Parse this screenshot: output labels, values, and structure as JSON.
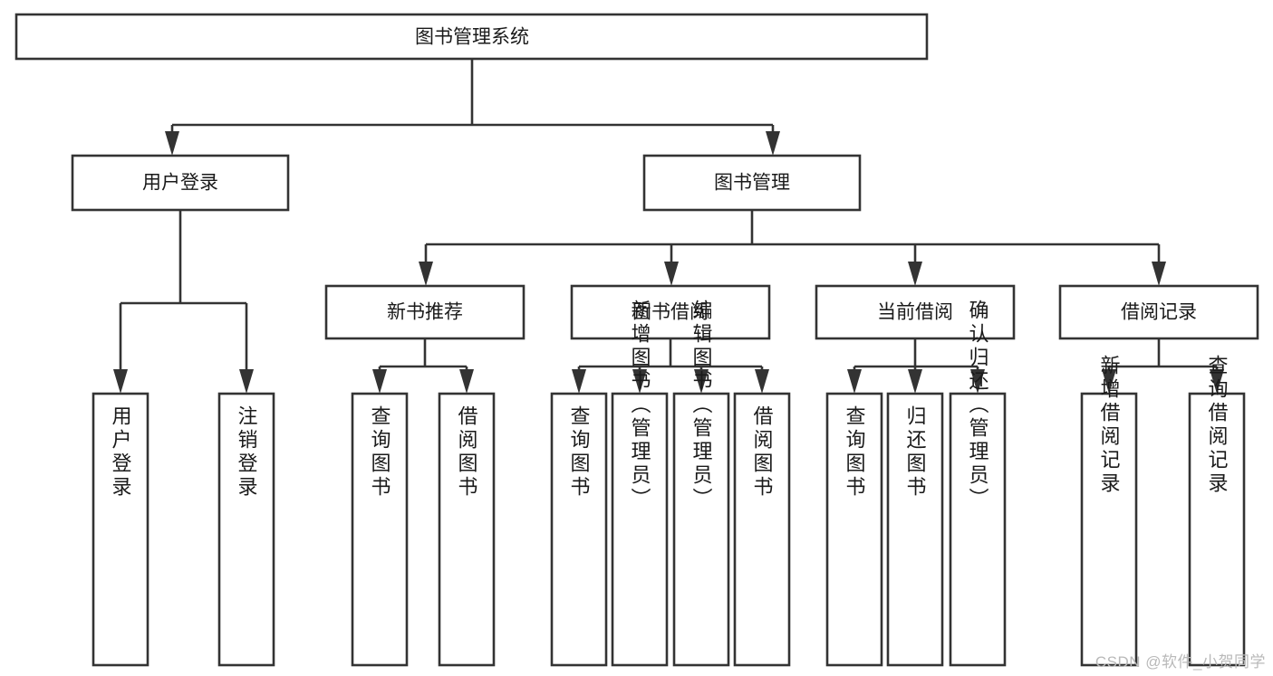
{
  "title": "图书管理系统",
  "watermark": "CSDN @软件_小贺同学",
  "diagram": {
    "type": "tree-hierarchy",
    "root": {
      "id": "root",
      "label": "图书管理系统"
    },
    "level2": [
      {
        "id": "user-login",
        "label": "用户登录"
      },
      {
        "id": "book-manage",
        "label": "图书管理"
      }
    ],
    "level3": [
      {
        "id": "new-book-rec",
        "label": "新书推荐",
        "parent": "book-manage"
      },
      {
        "id": "book-borrow",
        "label": "图书借阅",
        "parent": "book-manage"
      },
      {
        "id": "current-borrow",
        "label": "当前借阅",
        "parent": "book-manage"
      },
      {
        "id": "borrow-record",
        "label": "借阅记录",
        "parent": "book-manage"
      }
    ],
    "leaves": {
      "user-login": [
        {
          "id": "leaf-user-login",
          "label": "用户登录"
        },
        {
          "id": "leaf-user-logout",
          "label": "注销登录"
        }
      ],
      "new-book-rec": [
        {
          "id": "leaf-query-book-1",
          "label": "查询图书"
        },
        {
          "id": "leaf-borrow-book-1",
          "label": "借阅图书"
        }
      ],
      "book-borrow": [
        {
          "id": "leaf-query-book-2",
          "label": "查询图书"
        },
        {
          "id": "leaf-add-book",
          "label": "新增图书（管理员）"
        },
        {
          "id": "leaf-edit-book",
          "label": "编辑图书（管理员）"
        },
        {
          "id": "leaf-borrow-book-2",
          "label": "借阅图书"
        }
      ],
      "current-borrow": [
        {
          "id": "leaf-query-book-3",
          "label": "查询图书"
        },
        {
          "id": "leaf-return-book",
          "label": "归还图书"
        },
        {
          "id": "leaf-confirm-return",
          "label": "确认归还（管理员）"
        }
      ],
      "borrow-record": [
        {
          "id": "leaf-add-record",
          "label": "新增借阅记录"
        },
        {
          "id": "leaf-query-record",
          "label": "查询借阅记录"
        }
      ]
    }
  },
  "colors": {
    "stroke": "#333333",
    "fill": "#ffffff",
    "text": "#1a1a1a",
    "watermark": "#b9b9b9"
  }
}
